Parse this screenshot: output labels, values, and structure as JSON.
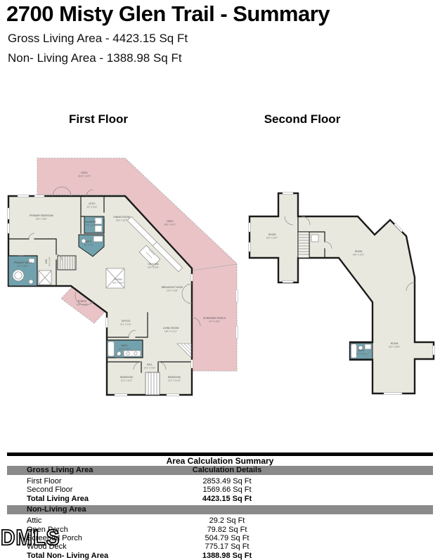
{
  "header": {
    "title": "2700 Misty Glen Trail - Summary",
    "line1": "Gross Living Area - 4423.15 Sq Ft",
    "line2": "Non- Living Area - 1388.98 Sq Ft"
  },
  "watermark": "DMLS",
  "colors": {
    "deck_pink": "#eac3c7",
    "room_beige": "#e9e8de",
    "bath_teal": "#72a2ad",
    "wall_black": "#1b1b1b",
    "table_band_gray": "#8a8a8a"
  },
  "floors": {
    "first": {
      "label": "First Floor",
      "rooms": [
        {
          "name": "DECK",
          "dim": "25'10\" X 10'3\""
        },
        {
          "name": "DECK",
          "dim": "56'9\" X 10'1\""
        },
        {
          "name": "PRIMARY BEDROOM",
          "dim": "20'6\" X 20'0\""
        },
        {
          "name": "ATTIC",
          "dim": "9'6\" X 5'10\""
        },
        {
          "name": "LAUNDRY",
          "dim": "7'6\" X 6'4\""
        },
        {
          "name": "BATH",
          "dim": "8'4\" X 7'5\""
        },
        {
          "name": "DINING ROOM",
          "dim": "16'5\" X 12'2\""
        },
        {
          "name": "KITCHEN",
          "dim": "14'4\" X 16'4\""
        },
        {
          "name": "FOYER",
          "dim": "20'5\" X 16'0\""
        },
        {
          "name": "BREAKFAST NOOK",
          "dim": "13'2\" X 13'8\""
        },
        {
          "name": "PRIMARY BATH",
          "dim": "16'7\" X 8'10\""
        },
        {
          "name": "WIC",
          "dim": "8'3\" X 5'6\""
        },
        {
          "name": "PORCH",
          "dim": "10'6\" X 9'10\""
        },
        {
          "name": "OFFICE",
          "dim": "12'1\" X 11'2\""
        },
        {
          "name": "LIVING ROOM",
          "dim": "18'4\" X 17'11\""
        },
        {
          "name": "SCREENED PORCH",
          "dim": "14'7\" X 35'0\""
        },
        {
          "name": "BATH",
          "dim": "12'1\" X 4'11\""
        },
        {
          "name": "HALL",
          "dim": "14'1\" X 3'10\""
        },
        {
          "name": "BEDROOM",
          "dim": "12'1\" X 12'3\""
        },
        {
          "name": "BEDROOM",
          "dim": "12'1\" X 11'10\""
        }
      ]
    },
    "second": {
      "label": "Second Floor",
      "rooms": [
        {
          "name": "ROOM",
          "dim": "15'4\" X 28'7\""
        },
        {
          "name": "ROOM",
          "dim": "34'6\" X 27'0\""
        },
        {
          "name": "ROOM",
          "dim": "20'2\" X 38'6\""
        },
        {
          "name": "BATH",
          "dim": "9'4\" X 4'11\""
        }
      ]
    }
  },
  "table": {
    "title": "Area Calculation Summary",
    "details_header": "Calculation Details",
    "sections": [
      {
        "header": "Gross Living Area",
        "rows": [
          {
            "label": "First Floor",
            "value": "2853.49 Sq Ft"
          },
          {
            "label": "Second Floor",
            "value": "1569.66 Sq Ft"
          }
        ],
        "total": {
          "label": "Total Living Area",
          "value": "4423.15 Sq Ft"
        }
      },
      {
        "header": "Non-Living Area",
        "rows": [
          {
            "label": "Attic",
            "value": "29.2 Sq Ft"
          },
          {
            "label": "Open Porch",
            "value": "79.82 Sq Ft"
          },
          {
            "label": "Screened Porch",
            "value": "504.79 Sq Ft"
          },
          {
            "label": "Wood Deck",
            "value": "775.17 Sq Ft"
          }
        ],
        "total": {
          "label": "Total Non- Living Area",
          "value": "1388.98 Sq Ft"
        }
      }
    ]
  }
}
